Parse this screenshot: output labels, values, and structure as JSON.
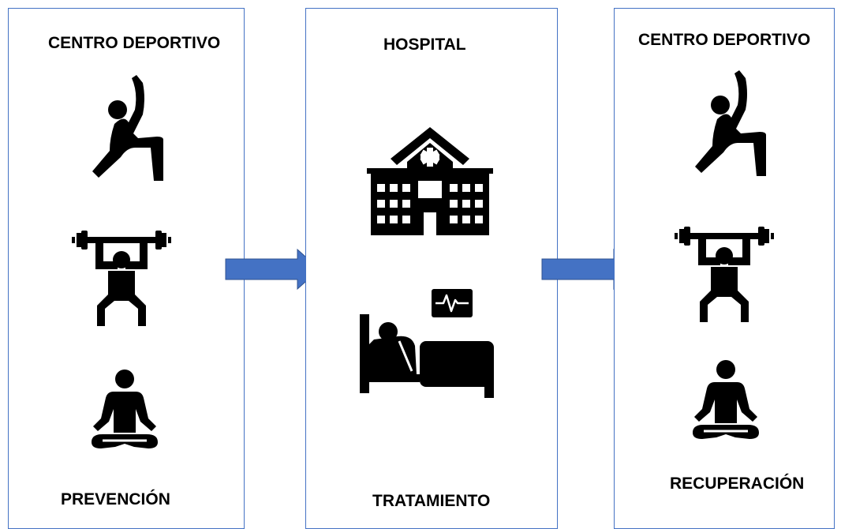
{
  "panels": [
    {
      "top_title": "CENTRO DEPORTIVO",
      "bottom_label": "PREVENCIÓN"
    },
    {
      "top_title": "HOSPITAL",
      "bottom_label": "TRATAMIENTO"
    },
    {
      "top_title": "CENTRO DEPORTIVO",
      "bottom_label": "RECUPERACIÓN"
    }
  ],
  "icons": {
    "panel1": [
      "lunge-stretch-icon",
      "weightlifting-icon",
      "meditation-icon"
    ],
    "panel2": [
      "hospital-building-icon",
      "patient-bed-monitor-icon"
    ],
    "panel3": [
      "lunge-stretch-icon",
      "weightlifting-icon",
      "meditation-icon"
    ]
  },
  "colors": {
    "border": "#4472C4",
    "arrow": "#4472C4",
    "icon": "#000000",
    "text": "#000000"
  }
}
